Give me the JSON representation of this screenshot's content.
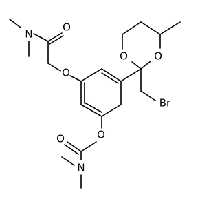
{
  "diagram": {
    "type": "chemical-structure",
    "colors": {
      "bond": "#000000",
      "label": "#000000",
      "background": "#ffffff"
    },
    "atom_labels": {
      "n_top": "N",
      "o_carbonyl_top": "O",
      "o_ester_top": "O",
      "o_ring_left": "O",
      "o_ring_right": "O",
      "br": "Br",
      "o_ester_bottom": "O",
      "o_carbonyl_bottom": "O",
      "n_bottom": "N"
    }
  }
}
